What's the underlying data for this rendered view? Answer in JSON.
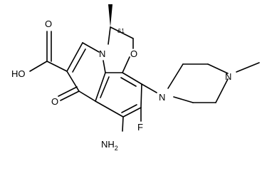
{
  "molecule": {
    "atom_labels": {
      "carboxyl_oh": "HO",
      "carboxyl_o": "O",
      "ketone_o": "O",
      "ring_n": "N",
      "ring_o": "O",
      "piperazine_n1": "N",
      "piperazine_n4": "N",
      "amino": "NH",
      "amino_sub": "2",
      "fluoro": "F"
    },
    "stereo_label": "&1"
  }
}
